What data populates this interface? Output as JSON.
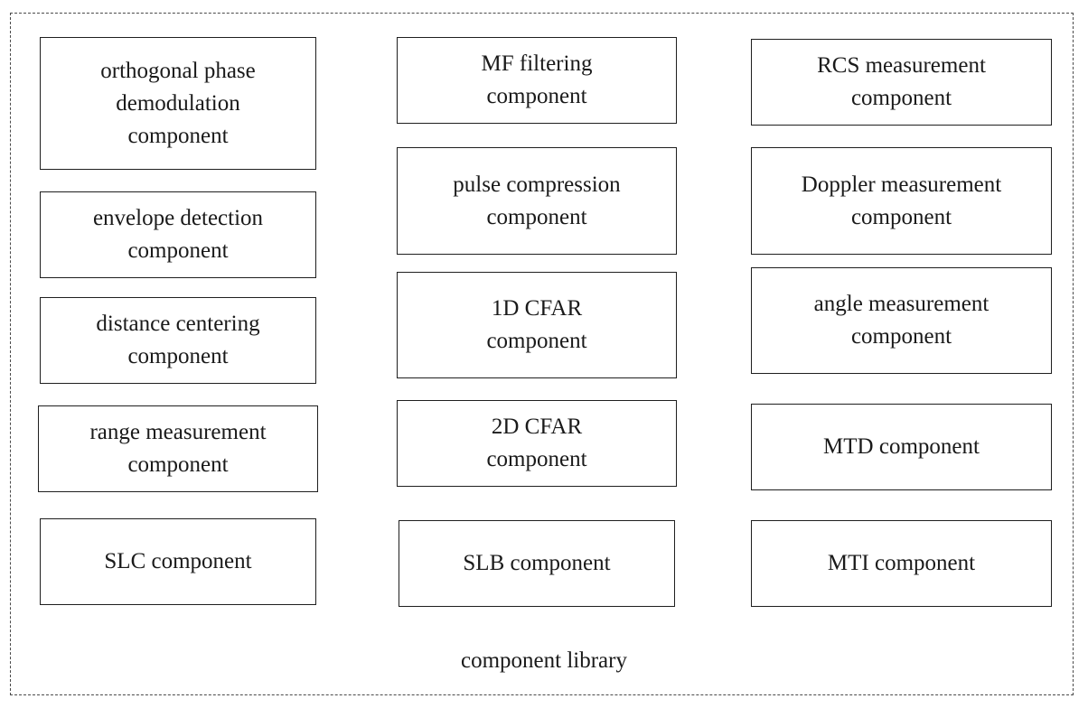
{
  "library": {
    "caption": "component library",
    "columns": [
      {
        "boxes": [
          {
            "lines": [
              "orthogonal phase",
              "demodulation",
              "component"
            ]
          },
          {
            "lines": [
              "envelope detection",
              "component"
            ]
          },
          {
            "lines": [
              "distance centering",
              "component"
            ]
          },
          {
            "lines": [
              "range measurement",
              "component"
            ]
          },
          {
            "lines": [
              "SLC component"
            ]
          }
        ]
      },
      {
        "boxes": [
          {
            "lines": [
              "MF filtering",
              "component"
            ]
          },
          {
            "lines": [
              "pulse compression",
              "component"
            ]
          },
          {
            "lines": [
              "1D CFAR",
              "component"
            ]
          },
          {
            "lines": [
              "2D CFAR",
              "component"
            ]
          },
          {
            "lines": [
              "SLB component"
            ]
          }
        ]
      },
      {
        "boxes": [
          {
            "lines": [
              "RCS measurement",
              "component"
            ]
          },
          {
            "lines": [
              "Doppler measurement",
              "component"
            ]
          },
          {
            "lines": [
              "angle measurement",
              "component"
            ]
          },
          {
            "lines": [
              "MTD component"
            ]
          },
          {
            "lines": [
              "MTI component"
            ]
          }
        ]
      }
    ]
  }
}
